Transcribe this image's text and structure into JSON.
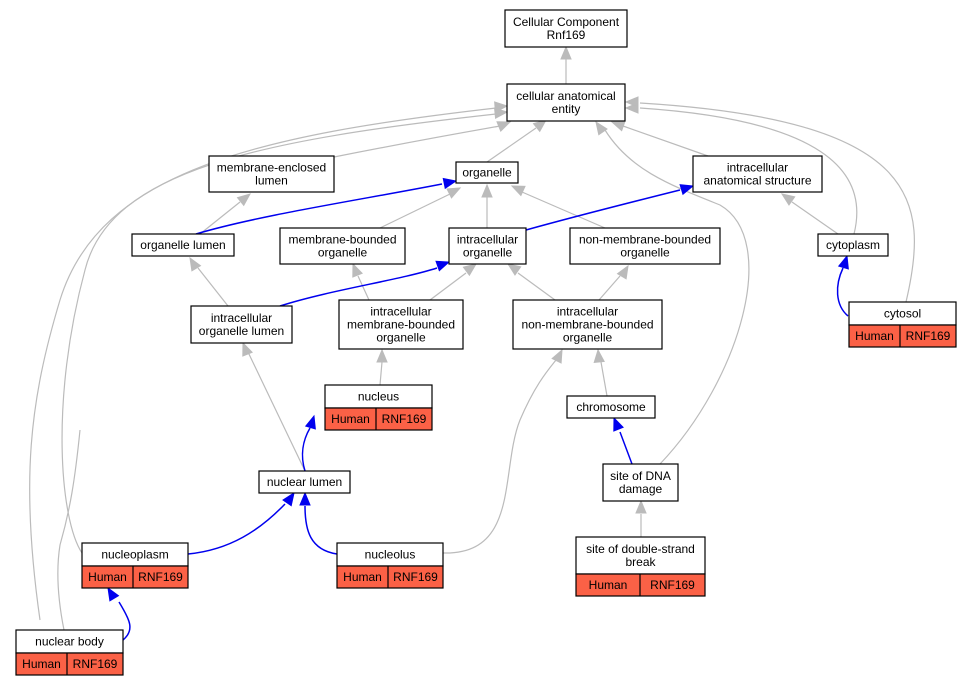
{
  "colors": {
    "is_a_edge": "#bbbbbb",
    "part_of_edge": "#0000ee",
    "annotation_fill": "#fb6146",
    "node_fill": "#ffffff",
    "node_border": "#000000"
  },
  "nodes": {
    "root": [
      "Cellular Component",
      "Rnf169"
    ],
    "cae": [
      "cellular anatomical",
      "entity"
    ],
    "mel": [
      "membrane-enclosed",
      "lumen"
    ],
    "organelle": [
      "organelle"
    ],
    "ias": [
      "intracellular",
      "anatomical structure"
    ],
    "orglumen": [
      "organelle lumen"
    ],
    "mbo": [
      "membrane-bounded",
      "organelle"
    ],
    "io": [
      "intracellular",
      "organelle"
    ],
    "nmbo": [
      "non-membrane-bounded",
      "organelle"
    ],
    "cytoplasm": [
      "cytoplasm"
    ],
    "cytosol": [
      "cytosol"
    ],
    "iol": [
      "intracellular",
      "organelle lumen"
    ],
    "imbo": [
      "intracellular",
      "membrane-bounded",
      "organelle"
    ],
    "inmbo": [
      "intracellular",
      "non-membrane-bounded",
      "organelle"
    ],
    "nucleus": [
      "nucleus"
    ],
    "chromosome": [
      "chromosome"
    ],
    "nuclumen": [
      "nuclear lumen"
    ],
    "dnadamage": [
      "site of DNA",
      "damage"
    ],
    "nucleoplasm": [
      "nucleoplasm"
    ],
    "nucleolus": [
      "nucleolus"
    ],
    "dsb": [
      "site of double-strand",
      "break"
    ],
    "nucbody": [
      "nuclear body"
    ]
  },
  "annotations": {
    "cytosol": {
      "species": "Human",
      "gene": "RNF169"
    },
    "nucleus": {
      "species": "Human",
      "gene": "RNF169"
    },
    "nucleoplasm": {
      "species": "Human",
      "gene": "RNF169"
    },
    "nucleolus": {
      "species": "Human",
      "gene": "RNF169"
    },
    "dsb": {
      "species": "Human",
      "gene": "RNF169"
    },
    "nucbody": {
      "species": "Human",
      "gene": "RNF169"
    }
  }
}
